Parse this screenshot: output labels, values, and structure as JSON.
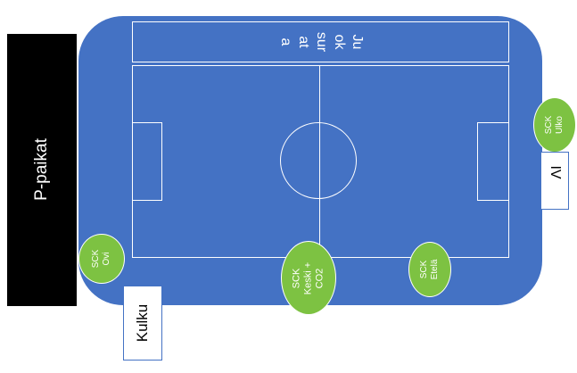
{
  "parking": {
    "label": "P-paikat"
  },
  "stand": {
    "label": "Ju\nok\nsur\nat\na"
  },
  "sensors": {
    "ovi": "SCK\nOvi",
    "keski": "SCK\nKeski +\nCO2",
    "etela": "SCK\nEtelä",
    "ulko": "SCK\nUlko"
  },
  "kulku": {
    "label": "Kulku"
  },
  "iv": {
    "label": "IV"
  },
  "colors": {
    "arena": "#4472c4",
    "sensor": "#7dc242",
    "parking": "#000000"
  }
}
